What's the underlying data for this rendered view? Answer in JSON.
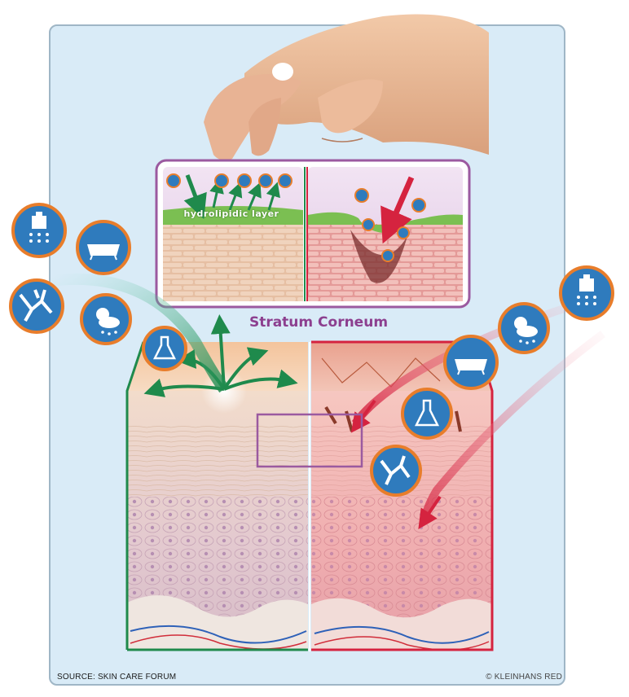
{
  "diagram": {
    "title": "Stratum Corneum",
    "inset_label": "hydrolipidic layer",
    "source": "SOURCE: SKIN CARE FORUM",
    "credit": "© KLEINHANS RED"
  },
  "colors": {
    "background": "#d9ebf7",
    "healthy_border": "#1f8a4c",
    "damaged_border": "#d5233f",
    "arrow_green": "#1f8a4c",
    "arrow_red": "#d5233f",
    "title_purple": "#8c3f8f",
    "icon_ring": "#e87d2b",
    "icon_fill": "#2f7bbd"
  },
  "aggressor_icons": {
    "left": [
      "weight-icon",
      "bathtub-icon",
      "cracks-icon",
      "weather-icon",
      "flask-icon"
    ],
    "right": [
      "weight-icon",
      "weather-icon",
      "bathtub-icon",
      "flask-icon",
      "cracks-icon"
    ]
  }
}
